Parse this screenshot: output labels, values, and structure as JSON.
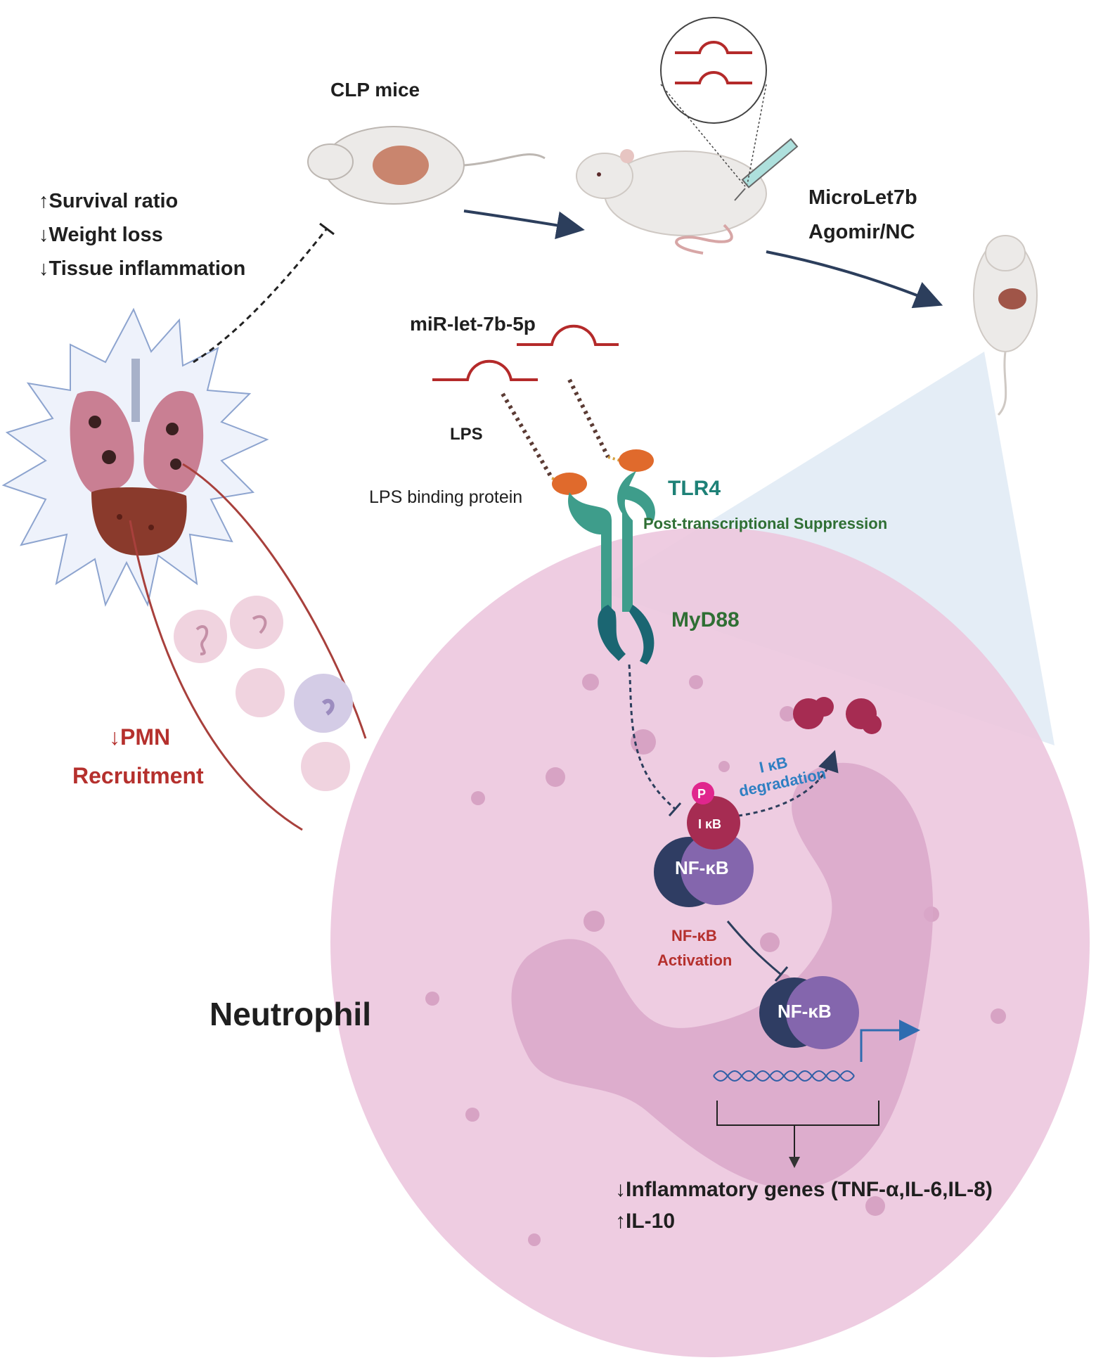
{
  "outcomes": {
    "survival": "↑Survival ratio",
    "weight": "↓Weight loss",
    "inflammation": "↓Tissue inflammation"
  },
  "clp_mice": "CLP  mice",
  "treatment": {
    "line1": "MicroLet7b",
    "line2": "Agomir/NC"
  },
  "mirna": "miR-let-7b-5p",
  "lps": "LPS",
  "lbp": "LPS binding protein",
  "tlr4": "TLR4",
  "suppression": "Post-transcriptional Suppression",
  "myd88": "MyD88",
  "pmn": {
    "line1": "↓PMN",
    "line2": "Recruitment"
  },
  "ikb_degradation": {
    "line1": "I κB",
    "line2": "degradation"
  },
  "phospho": "P",
  "ikb": "I κB",
  "nfkb_cyto": "NF-κB",
  "nfkb_activation": {
    "line1": "NF-κB",
    "line2": "Activation"
  },
  "nfkb_nuc": "NF-κB",
  "neutrophil": "Neutrophil",
  "genes": {
    "down": "↓Inflammatory genes (TNF-α,IL-6,IL-8)",
    "up": "↑IL-10"
  },
  "colors": {
    "cell": "#ecc6de",
    "nucleus": "#d9a7c9",
    "tlr4": "#3e9d8b",
    "lbp": "#e06a2c",
    "mirna": "#b42a2a",
    "nfkb_dark": "#2f3d63",
    "nfkb_purple": "#8466ad",
    "ikb": "#a62c52",
    "arrow_navy": "#2c3e5c",
    "text_red": "#b5302d"
  }
}
